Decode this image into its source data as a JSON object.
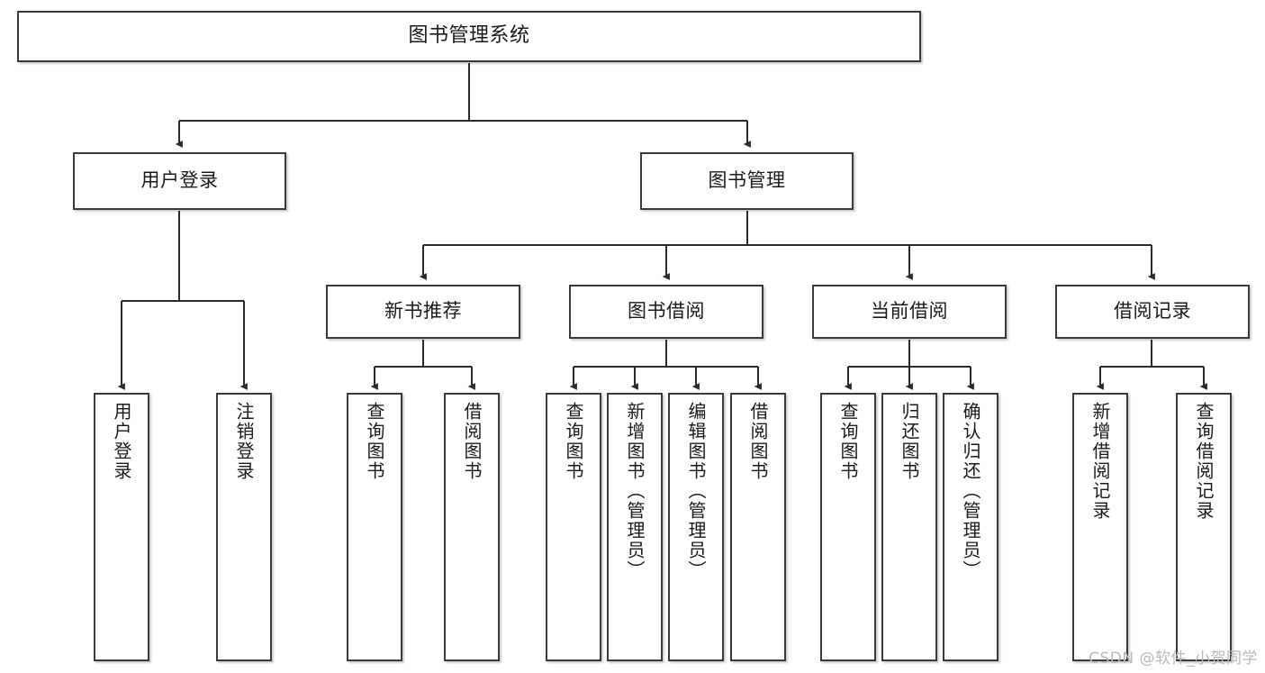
{
  "diagram": {
    "title": "图书管理系统",
    "type": "tree-hierarchy",
    "watermark": "CSDN @软件_小贺同学",
    "colors": {
      "background": "#ffffff",
      "box_border": "#3a3a3a",
      "box_fill": "#ffffff",
      "connector": "#2b2b2b",
      "text": "#1a1a1a",
      "watermark": "#b9b9b9"
    },
    "nodes": {
      "root": {
        "label": "图书管理系统"
      },
      "level2": [
        {
          "label": "用户登录"
        },
        {
          "label": "图书管理"
        }
      ],
      "level3": [
        {
          "label": "新书推荐"
        },
        {
          "label": "图书借阅"
        },
        {
          "label": "当前借阅"
        },
        {
          "label": "借阅记录"
        }
      ],
      "leaves": {
        "user_login": [
          {
            "label": "用户登录"
          },
          {
            "label": "注销登录"
          }
        ],
        "new_book_recommend": [
          {
            "label": "查询图书"
          },
          {
            "label": "借阅图书"
          }
        ],
        "book_borrow": [
          {
            "label": "查询图书"
          },
          {
            "label": "新增图书（管理员）"
          },
          {
            "label": "编辑图书（管理员）"
          },
          {
            "label": "借阅图书"
          }
        ],
        "current_borrow": [
          {
            "label": "查询图书"
          },
          {
            "label": "归还图书"
          },
          {
            "label": "确认归还（管理员）"
          }
        ],
        "borrow_record": [
          {
            "label": "新增借阅记录"
          },
          {
            "label": "查询借阅记录"
          }
        ]
      }
    }
  }
}
